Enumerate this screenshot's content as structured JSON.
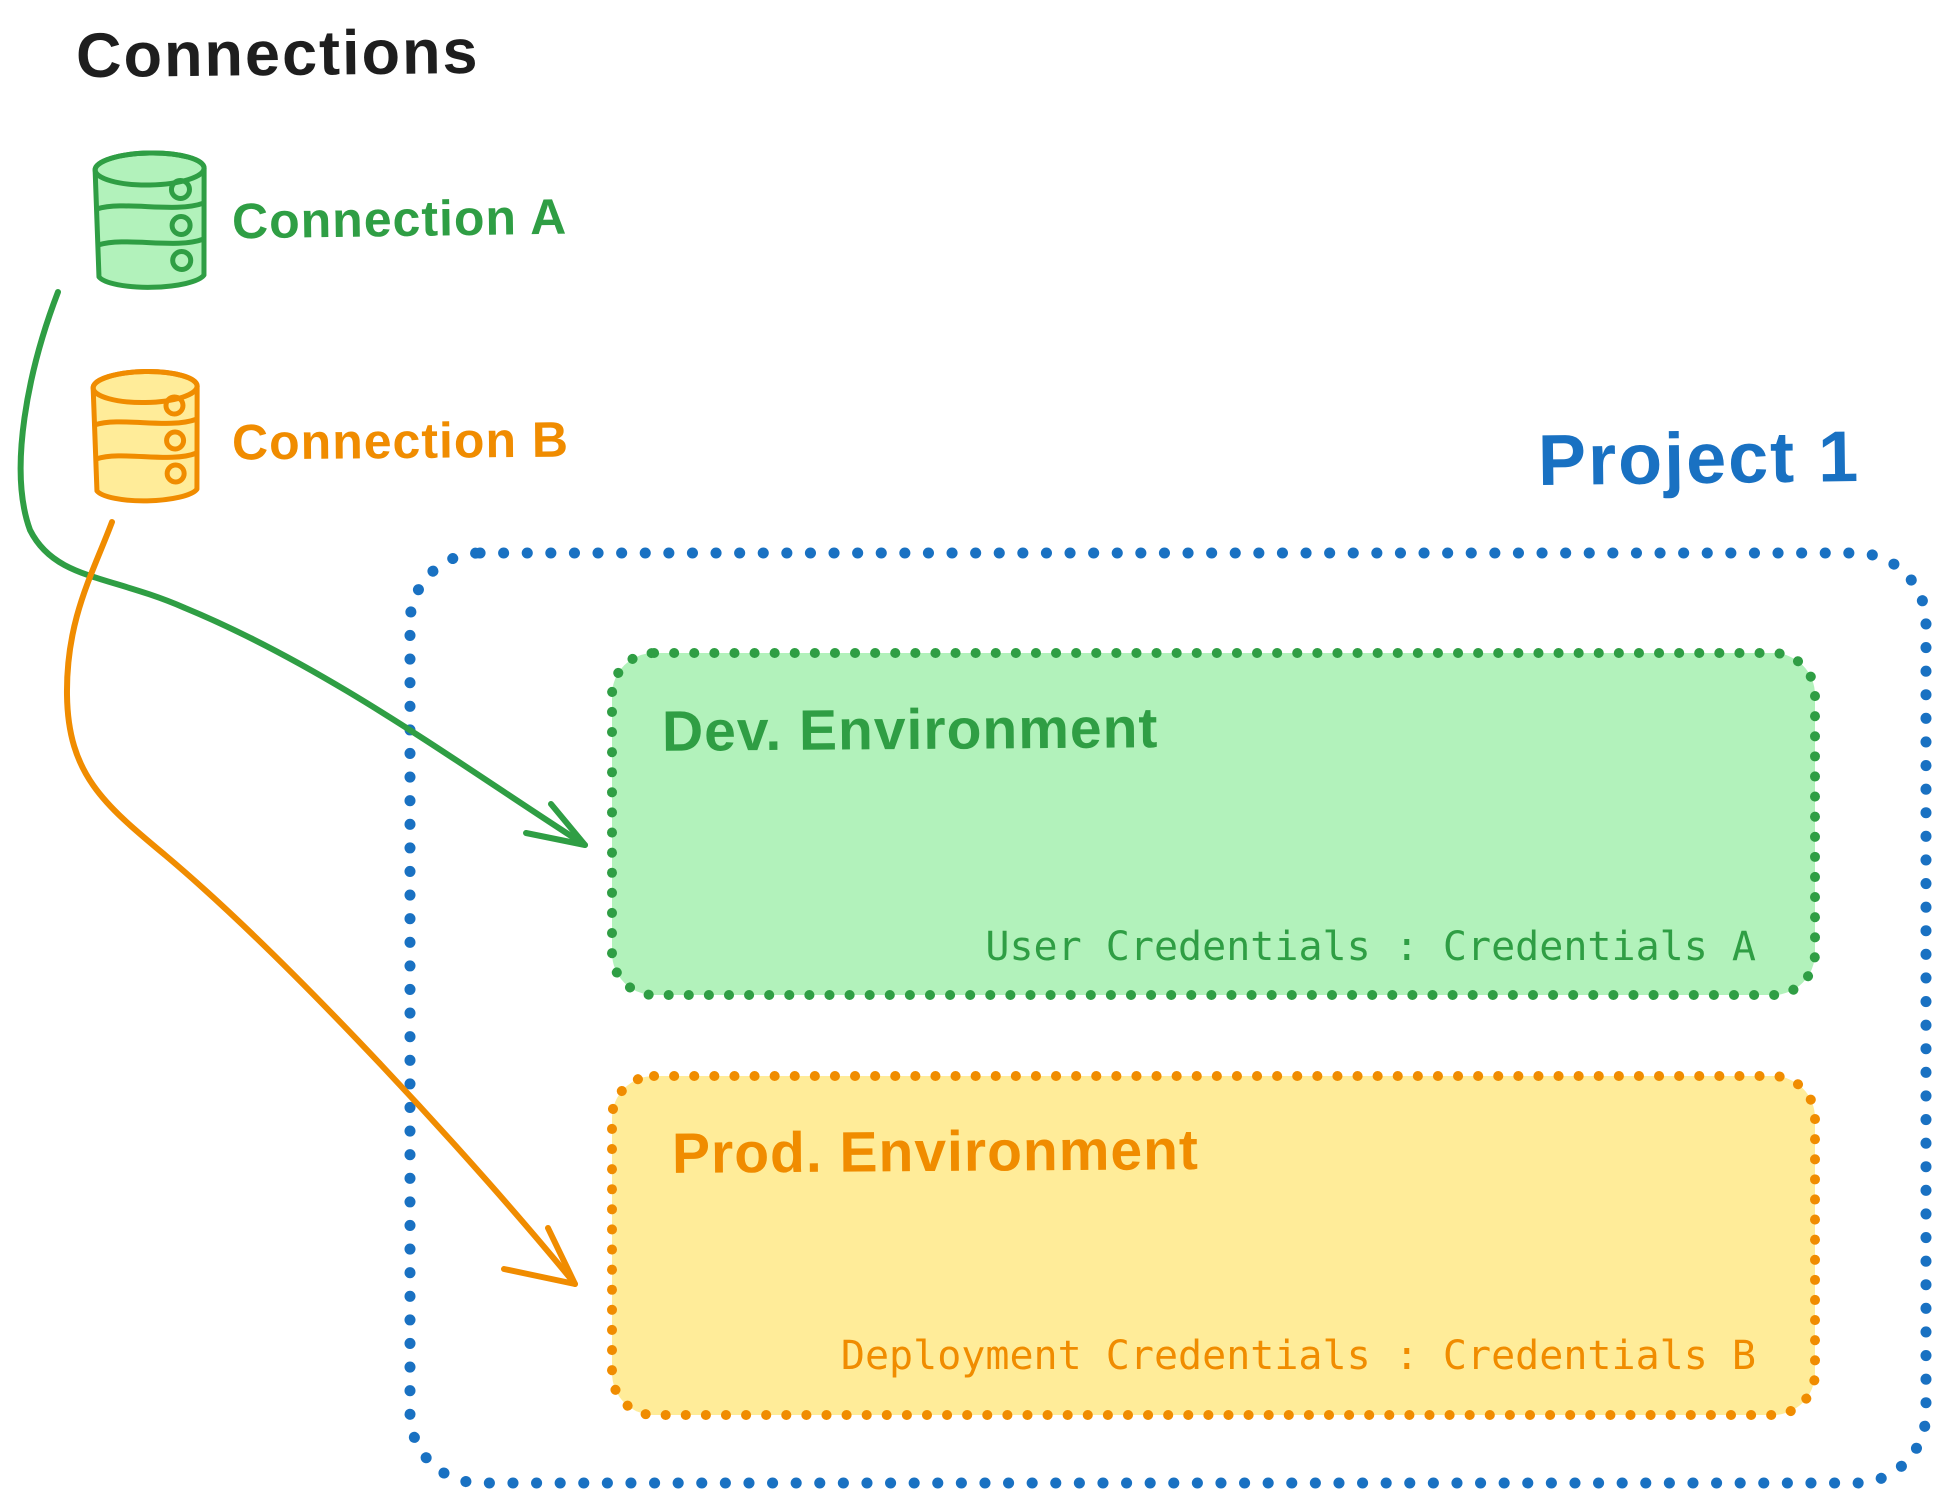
{
  "title": "Connections",
  "connections": [
    {
      "label": "Connection A",
      "icon": "database-icon",
      "color": "#2f9e44"
    },
    {
      "label": "Connection B",
      "icon": "database-icon",
      "color": "#f08c00"
    }
  ],
  "project": {
    "title": "Project 1",
    "environments": [
      {
        "name": "Dev. Environment",
        "credentials": "User Credentials : Credentials A",
        "source_connection": "Connection A",
        "color": "#2f9e44"
      },
      {
        "name": "Prod. Environment",
        "credentials": "Deployment Credentials : Credentials B",
        "source_connection": "Connection B",
        "color": "#f08c00"
      }
    ]
  },
  "colors": {
    "ink": "#1e1e1e",
    "green": "#2f9e44",
    "green-fill": "#b2f2bb",
    "orange": "#f08c00",
    "orange-fill": "#ffec99",
    "blue": "#1971c2",
    "background": "#ffffff"
  }
}
